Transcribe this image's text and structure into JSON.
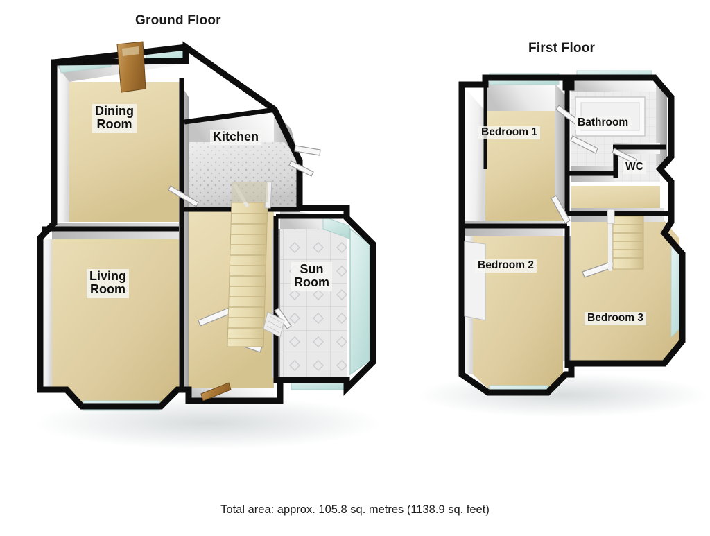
{
  "document": {
    "type": "floorplan",
    "footer_text": "Total area: approx. 105.8 sq. metres (1138.9 sq. feet)"
  },
  "floors": [
    {
      "id": "ground",
      "title": "Ground Floor",
      "rooms": [
        {
          "id": "dining",
          "label": "Dining\nRoom",
          "floor_finish": "carpet"
        },
        {
          "id": "kitchen",
          "label": "Kitchen",
          "floor_finish": "speckled-tile"
        },
        {
          "id": "living",
          "label": "Living\nRoom",
          "floor_finish": "carpet"
        },
        {
          "id": "sun",
          "label": "Sun\nRoom",
          "floor_finish": "diamond-tile"
        }
      ]
    },
    {
      "id": "first",
      "title": "First Floor",
      "rooms": [
        {
          "id": "bedroom1",
          "label": "Bedroom 1",
          "floor_finish": "carpet"
        },
        {
          "id": "bathroom",
          "label": "Bathroom",
          "floor_finish": "light-tile"
        },
        {
          "id": "wc",
          "label": "WC",
          "floor_finish": "light-tile"
        },
        {
          "id": "bedroom2",
          "label": "Bedroom 2",
          "floor_finish": "carpet"
        },
        {
          "id": "bedroom3",
          "label": "Bedroom 3",
          "floor_finish": "carpet"
        }
      ]
    }
  ],
  "palette": {
    "background": "#ffffff",
    "wall_top": "#0d0d0d",
    "wall_face_light": "#fbfbfb",
    "wall_face_shade": "#c9c9c9",
    "wall_face_dark": "#9a9a9a",
    "carpet": "#e2d2a6",
    "carpet_shade": "#d3c193",
    "tile_light": "#ececed",
    "tile_grey": "#d7d7d8",
    "glass": "#d7ebe9",
    "glass_edge": "#bcdcd9",
    "door_wood": "#b5823f",
    "door_wood_dark": "#8d5f26",
    "stair_tread": "#eadfb4",
    "stair_riser": "#d8c996",
    "text": "#101010",
    "label_plate": "#f6f6f4"
  }
}
